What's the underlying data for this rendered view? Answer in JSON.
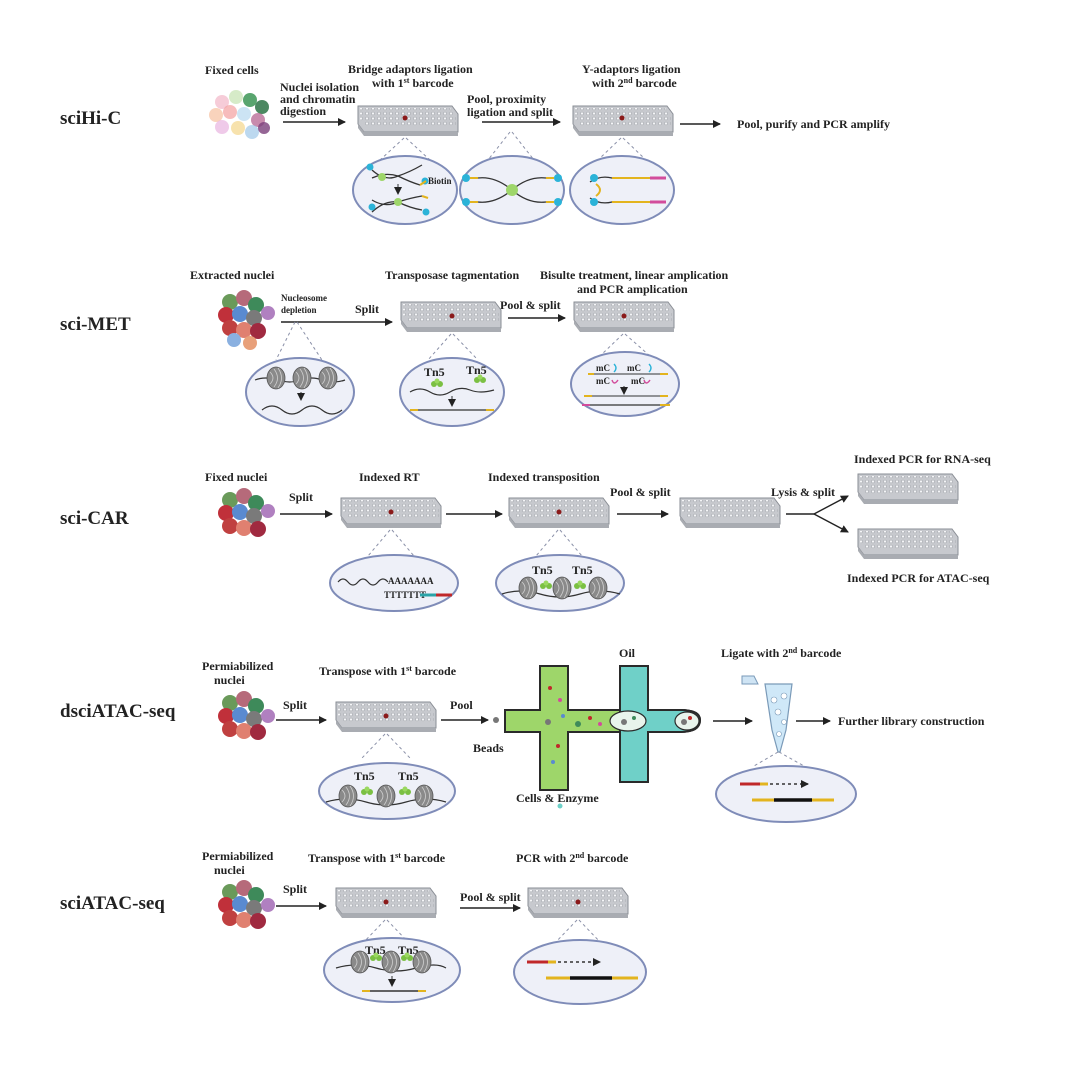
{
  "rows": {
    "sci_hic": {
      "method": "sciHi-C",
      "fixed_cells": "Fixed cells",
      "nuclei_iso": [
        "Nuclei isolation",
        "and chromatin",
        "digestion"
      ],
      "bridge": [
        "Bridge adaptors ligation",
        "with 1",
        "st",
        " barcode"
      ],
      "pool_prox": [
        "Pool, proximity",
        "ligation and split"
      ],
      "yadapt": [
        "Y-adaptors ligation",
        "with 2",
        "nd",
        " barcode"
      ],
      "pool_purify": "Pool, purify and PCR amplify",
      "biotin": "Biotin"
    },
    "sci_met": {
      "method": "sci-MET",
      "extracted": "Extracted nuclei",
      "nucleosome": [
        "Nucleosome",
        "depletion"
      ],
      "split": "Split",
      "tagment": "Transposase tagmentation",
      "pool_split": "Pool & split",
      "bisulfite": [
        "Bisulte treatment, linear amplication",
        "and PCR amplication"
      ],
      "tn5": "Tn5",
      "mc": "mC"
    },
    "sci_car": {
      "method": "sci-CAR",
      "fixed_nuclei": "Fixed nuclei",
      "split": "Split",
      "indexed_rt": "Indexed RT",
      "indexed_trans": "Indexed transposition",
      "pool_split": "Pool & split",
      "lysis": "Lysis & split",
      "pcr_rna": "Indexed PCR for RNA-seq",
      "pcr_atac": "Indexed PCR for ATAC-seq",
      "polya": "AAAAAAA",
      "polyt": "TTTTTTT",
      "tn5": "Tn5"
    },
    "dsci": {
      "method": "dsciATAC-seq",
      "perm": [
        "Permiabilized",
        "nuclei"
      ],
      "split": "Split",
      "transpose": [
        "Transpose with 1",
        "st",
        " barcode"
      ],
      "pool": "Pool",
      "beads": "Beads",
      "oil": "Oil",
      "cells_enzyme": "Cells & Enzyme",
      "ligate": [
        "Ligate with 2",
        "nd",
        " barcode"
      ],
      "further": "Further library construction",
      "tn5": "Tn5"
    },
    "sciatac": {
      "method": "sciATAC-seq",
      "perm": [
        "Permiabilized",
        "nuclei"
      ],
      "split": "Split",
      "transpose": [
        "Transpose with 1",
        "st",
        " barcode"
      ],
      "pool_split": "Pool & split",
      "pcr2": [
        "PCR with 2",
        "nd",
        " barcode"
      ],
      "tn5": "Tn5"
    }
  },
  "colors": {
    "plate": "#d4d6da",
    "plate_edge": "#8a8e95",
    "ellipse_fill": "#eef0f8",
    "ellipse_edge": "#7f8cb8",
    "droplet_green": "#9ed66a",
    "droplet_teal": "#6fd0c8",
    "barcode_red": "#c0282a",
    "barcode_yellow": "#e3b41e",
    "barcode_pink": "#d24c9c",
    "biotin_blue": "#2bb3d8",
    "tn5_green": "#7bc043"
  }
}
